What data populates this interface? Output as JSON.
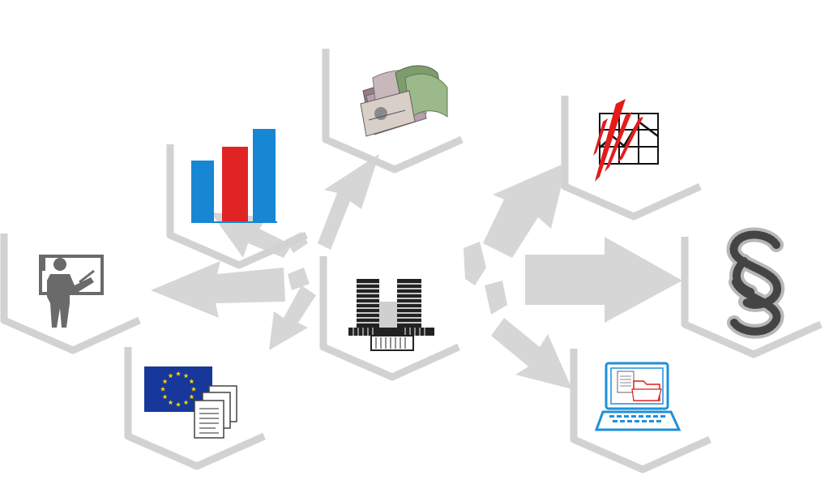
{
  "diagram": {
    "center_node": {
      "name": "building",
      "icon": "building-icon"
    },
    "nodes": [
      {
        "name": "statistics",
        "icon": "bar-chart-icon"
      },
      {
        "name": "finance",
        "icon": "banknotes-icon"
      },
      {
        "name": "market-analysis",
        "icon": "line-chart-icon"
      },
      {
        "name": "training",
        "icon": "presenter-icon"
      },
      {
        "name": "legal",
        "icon": "paragraph-icon"
      },
      {
        "name": "eu-documents",
        "icon": "eu-flag-documents-icon"
      },
      {
        "name": "it-systems",
        "icon": "laptop-folder-icon"
      }
    ],
    "colors": {
      "arrow": "#d6d6d6",
      "hexagon_frame": "#d2d2d2",
      "bar_blue": "#1887d3",
      "bar_red": "#e02424",
      "eu_blue": "#17389a",
      "eu_star": "#ffd200",
      "laptop_blue": "#1f8fd8",
      "chart_red": "#e31b1b",
      "presenter_gray": "#6a6a6a"
    }
  }
}
